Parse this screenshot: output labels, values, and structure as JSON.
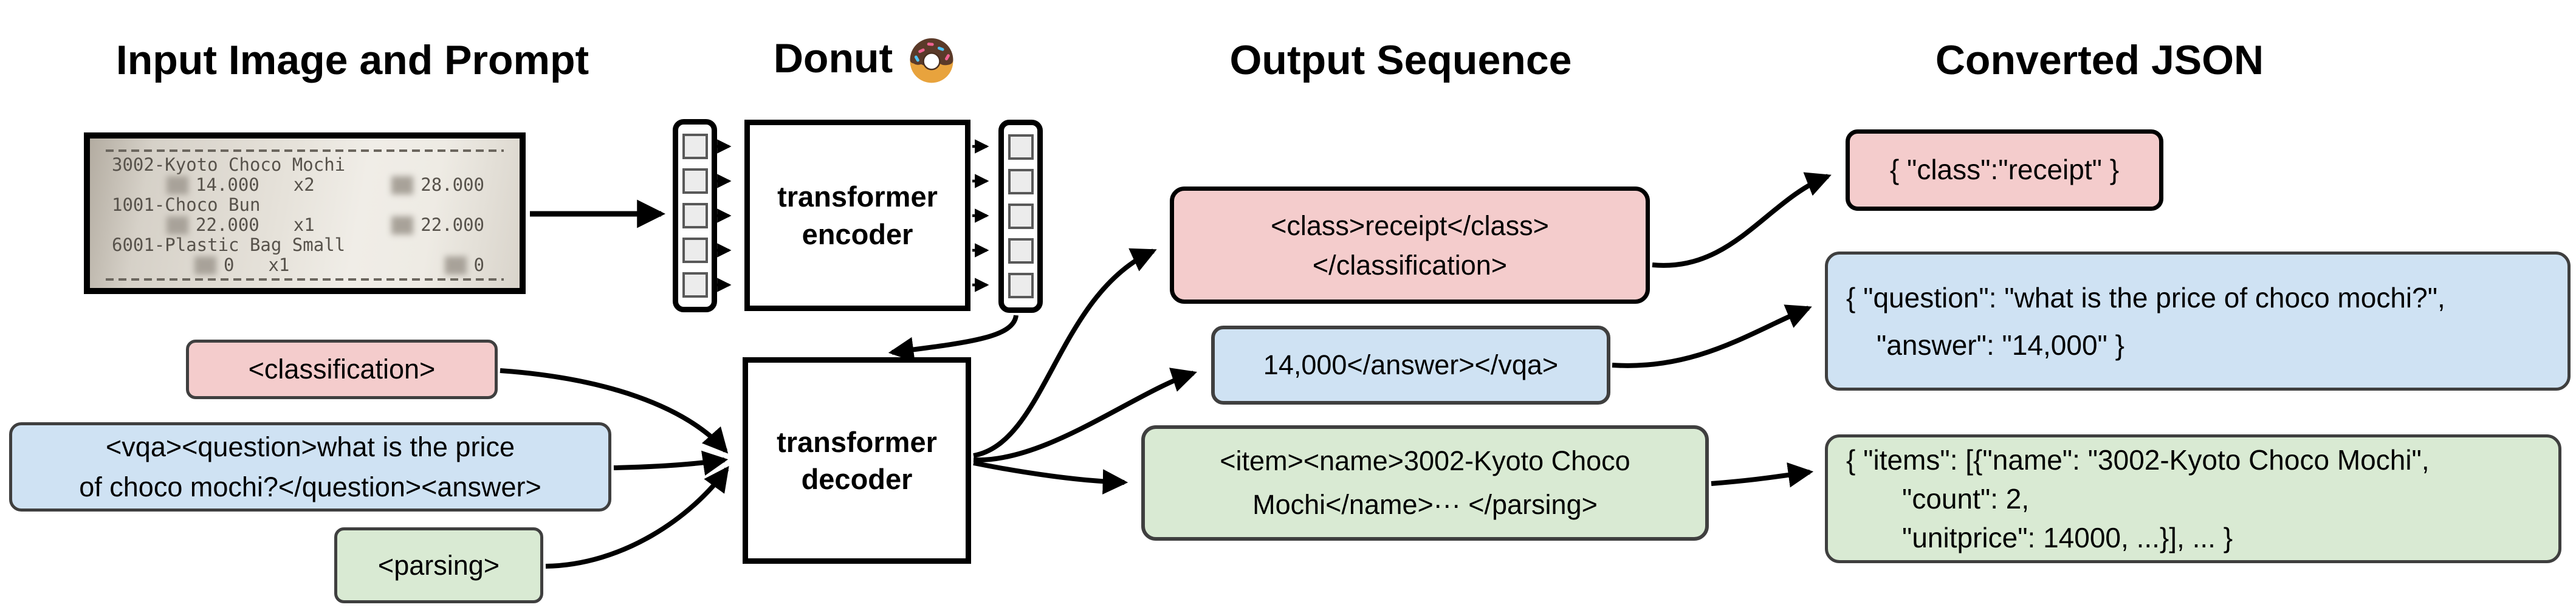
{
  "headers": {
    "input": "Input Image and Prompt",
    "model": "Donut",
    "output": "Output Sequence",
    "json": "Converted JSON"
  },
  "receipt": {
    "items": [
      {
        "name": "3002-Kyoto Choco Mochi",
        "price": "14.000",
        "qty": "x2",
        "total": "28.000"
      },
      {
        "name": "1001-Choco Bun",
        "price": "22.000",
        "qty": "x1",
        "total": "22.000"
      },
      {
        "name": "6001-Plastic Bag Small",
        "price": "0",
        "qty": "x1",
        "total": "0"
      }
    ]
  },
  "model": {
    "encoder_label": "transformer encoder",
    "decoder_label": "transformer decoder"
  },
  "prompts": {
    "classification": "<classification>",
    "vqa_line1": "<vqa><question>what is the price",
    "vqa_line2": "of choco mochi?</question><answer>",
    "parsing": "<parsing>"
  },
  "outputs": {
    "classification_line1": "<class>receipt</class>",
    "classification_line2": "</classification>",
    "vqa": "14,000</answer></vqa>",
    "parsing_line1": "<item><name>3002-Kyoto Choco",
    "parsing_line2": "Mochi</name>··· </parsing>"
  },
  "json_outputs": {
    "classification": "{ \"class\":\"receipt\" }",
    "vqa_line1": "{ \"question\": \"what is the price of choco mochi?\",",
    "vqa_line2": "\"answer\": \"14,000\" }",
    "parsing_line1": "{ \"items\": [{\"name\": \"3002-Kyoto Choco Mochi\",",
    "parsing_line2": "\"count\": 2,",
    "parsing_line3": "\"unitprice\": 14000, ...}], ... }"
  },
  "colors": {
    "classification_fill": "#f4cccc",
    "vqa_fill": "#cfe2f3",
    "parsing_fill": "#d9ead3",
    "box_border_dark": "#3f3f3f",
    "line_black": "#000000"
  }
}
